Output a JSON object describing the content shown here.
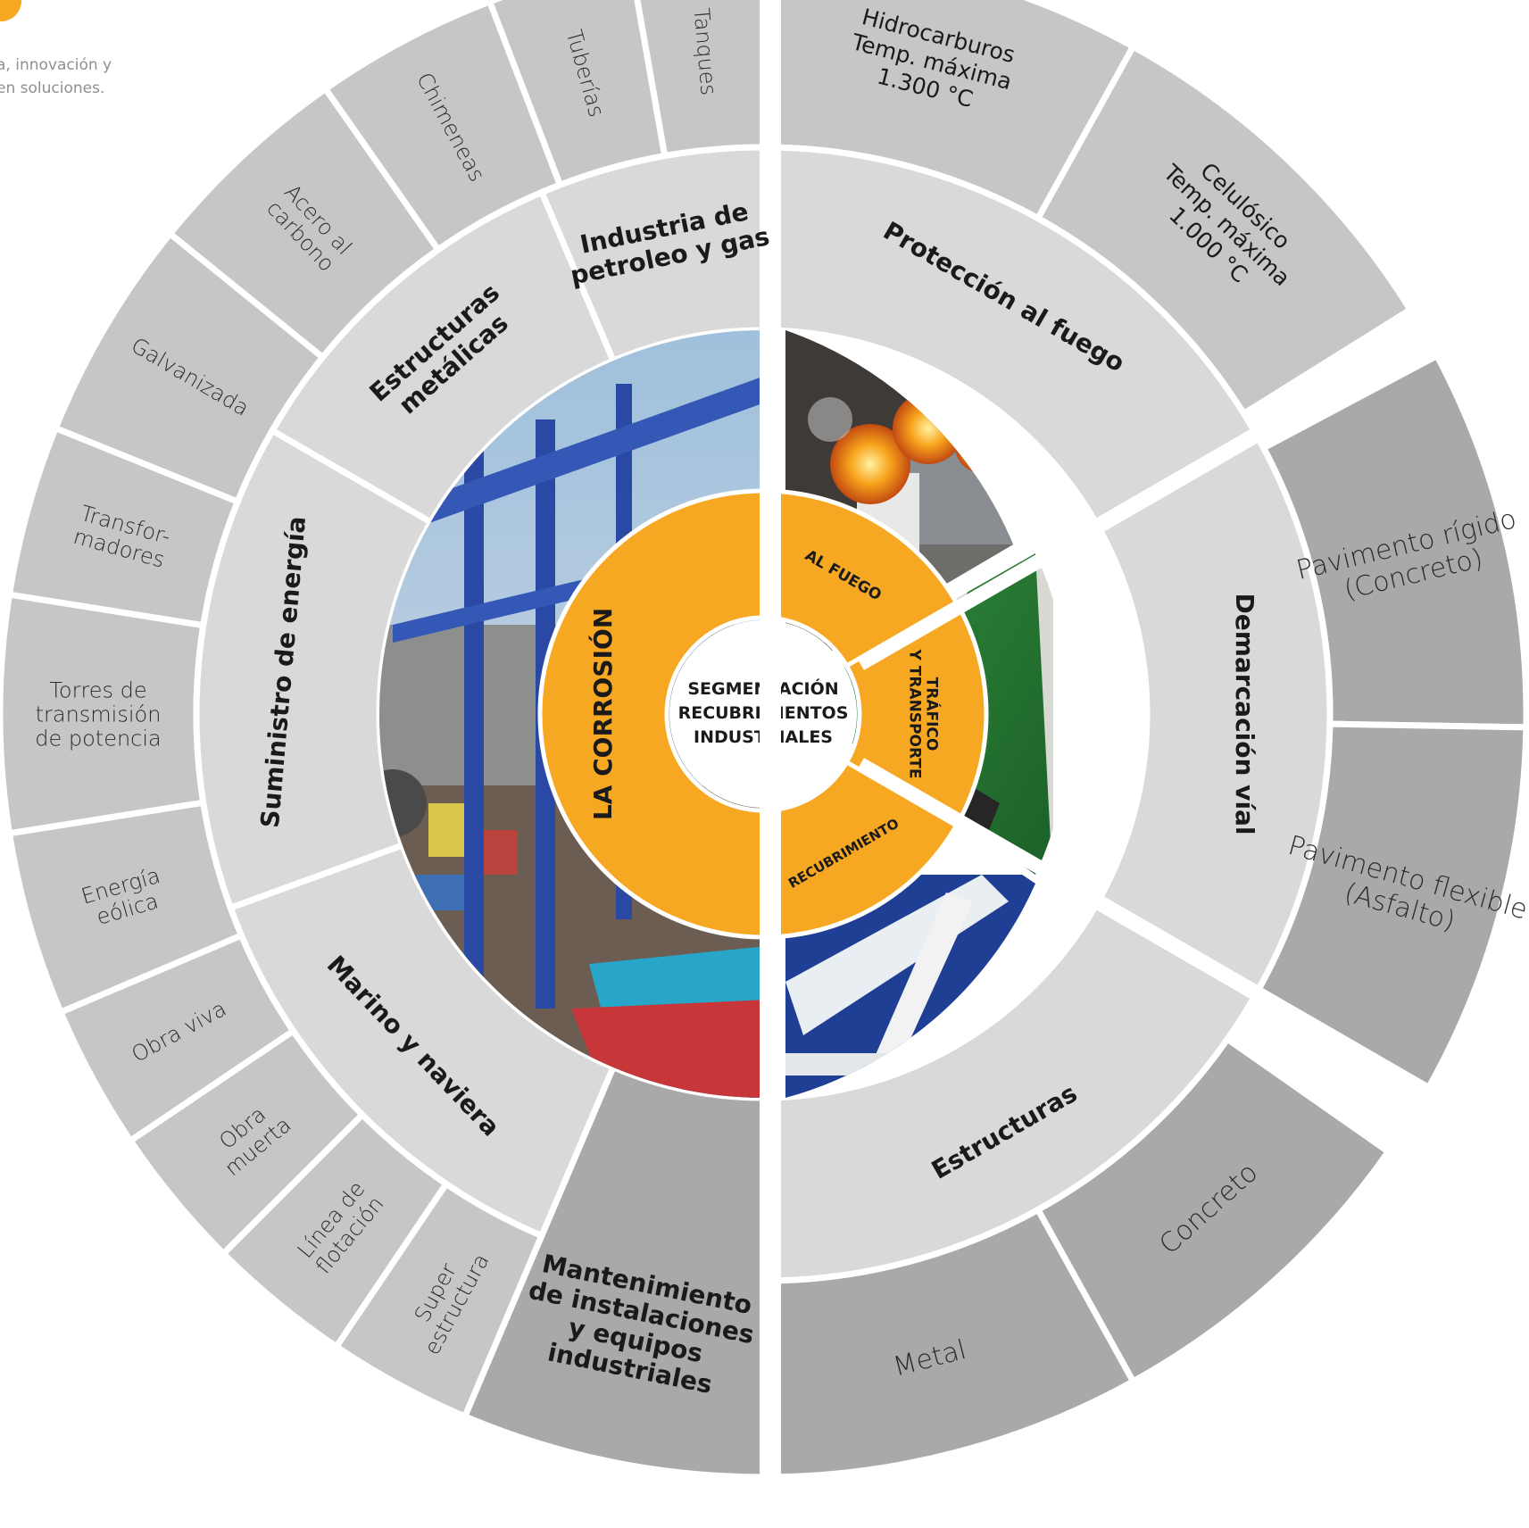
{
  "tagline": [
    "a, innovación y",
    "en soluciones."
  ],
  "center": [
    "SEGMENTACIÓN",
    "RECUBRIMIENTOS",
    "INDUSTRIALES"
  ],
  "colors": {
    "orange": "#f7a823",
    "ring_light": "#d9d9da",
    "ring_mid": "#c6c6c7",
    "ring_dark": "#a9a9aa",
    "text_dark": "#1a1a1a",
    "white": "#ffffff"
  },
  "core": {
    "corrosion": "LA CORROSIÓN",
    "fuego": "AL FUEGO",
    "trafico": [
      "TRÁFICO",
      "Y TRANSPORTE"
    ],
    "recubrimiento": "RECUBRIMIENTO"
  },
  "photos": {
    "left": "port-cranes-photo",
    "fire": "truck-fire-photo",
    "road": "green-road-photo",
    "structure": "white-steel-structure-photo"
  },
  "segments": [
    {
      "id": "industria",
      "label": [
        "Industria de",
        "petroleo y gas"
      ]
    },
    {
      "id": "estructuras-metalicas",
      "label": [
        "Estructuras",
        "metálicas"
      ]
    },
    {
      "id": "suministro",
      "label": [
        "Suministro de energía"
      ]
    },
    {
      "id": "marino",
      "label": [
        "Marino y naviera"
      ]
    },
    {
      "id": "mantenimiento",
      "label": [
        "Mantenimiento",
        "de instalaciones",
        "y equipos",
        "industriales"
      ]
    },
    {
      "id": "proteccion",
      "label": [
        "Protección al fuego"
      ]
    },
    {
      "id": "demarcacion",
      "label": [
        "Demarcación víal"
      ]
    },
    {
      "id": "estructuras",
      "label": [
        "Estructuras"
      ]
    }
  ],
  "outer_items": [
    {
      "id": "tanques",
      "label": [
        "Tanques"
      ]
    },
    {
      "id": "tuberias",
      "label": [
        "Tuberías"
      ]
    },
    {
      "id": "chimeneas",
      "label": [
        "Chimeneas"
      ]
    },
    {
      "id": "acero",
      "label": [
        "Acero al",
        "carbono"
      ]
    },
    {
      "id": "galvanizada",
      "label": [
        "Galvanizada"
      ]
    },
    {
      "id": "transformadores",
      "label": [
        "Transfor-",
        "madores"
      ]
    },
    {
      "id": "torres",
      "label": [
        "Torres de",
        "transmisión",
        "de potencia"
      ]
    },
    {
      "id": "eolica",
      "label": [
        "Energía",
        "eólica"
      ]
    },
    {
      "id": "obra-viva",
      "label": [
        "Obra viva"
      ]
    },
    {
      "id": "obra-muerta",
      "label": [
        "Obra",
        "muerta"
      ]
    },
    {
      "id": "linea",
      "label": [
        "Línea de",
        "flotación"
      ]
    },
    {
      "id": "super",
      "label": [
        "Super",
        "estructura"
      ]
    },
    {
      "id": "hidrocarburos",
      "label": [
        "Hidrocarburos"
      ],
      "sub": [
        "Temp. máxima",
        "1.300 °C"
      ]
    },
    {
      "id": "celulosico",
      "label": [
        "Celulósico"
      ],
      "sub": [
        "Temp. máxima",
        "1.000 °C"
      ]
    },
    {
      "id": "rigido",
      "label": [
        "Pavimento rígido",
        "(Concreto)"
      ]
    },
    {
      "id": "flexible",
      "label": [
        "Pavimento flexible",
        "(Asfalto)"
      ]
    },
    {
      "id": "concreto",
      "label": [
        "Concreto"
      ]
    },
    {
      "id": "metal",
      "label": [
        "Metal"
      ]
    }
  ]
}
